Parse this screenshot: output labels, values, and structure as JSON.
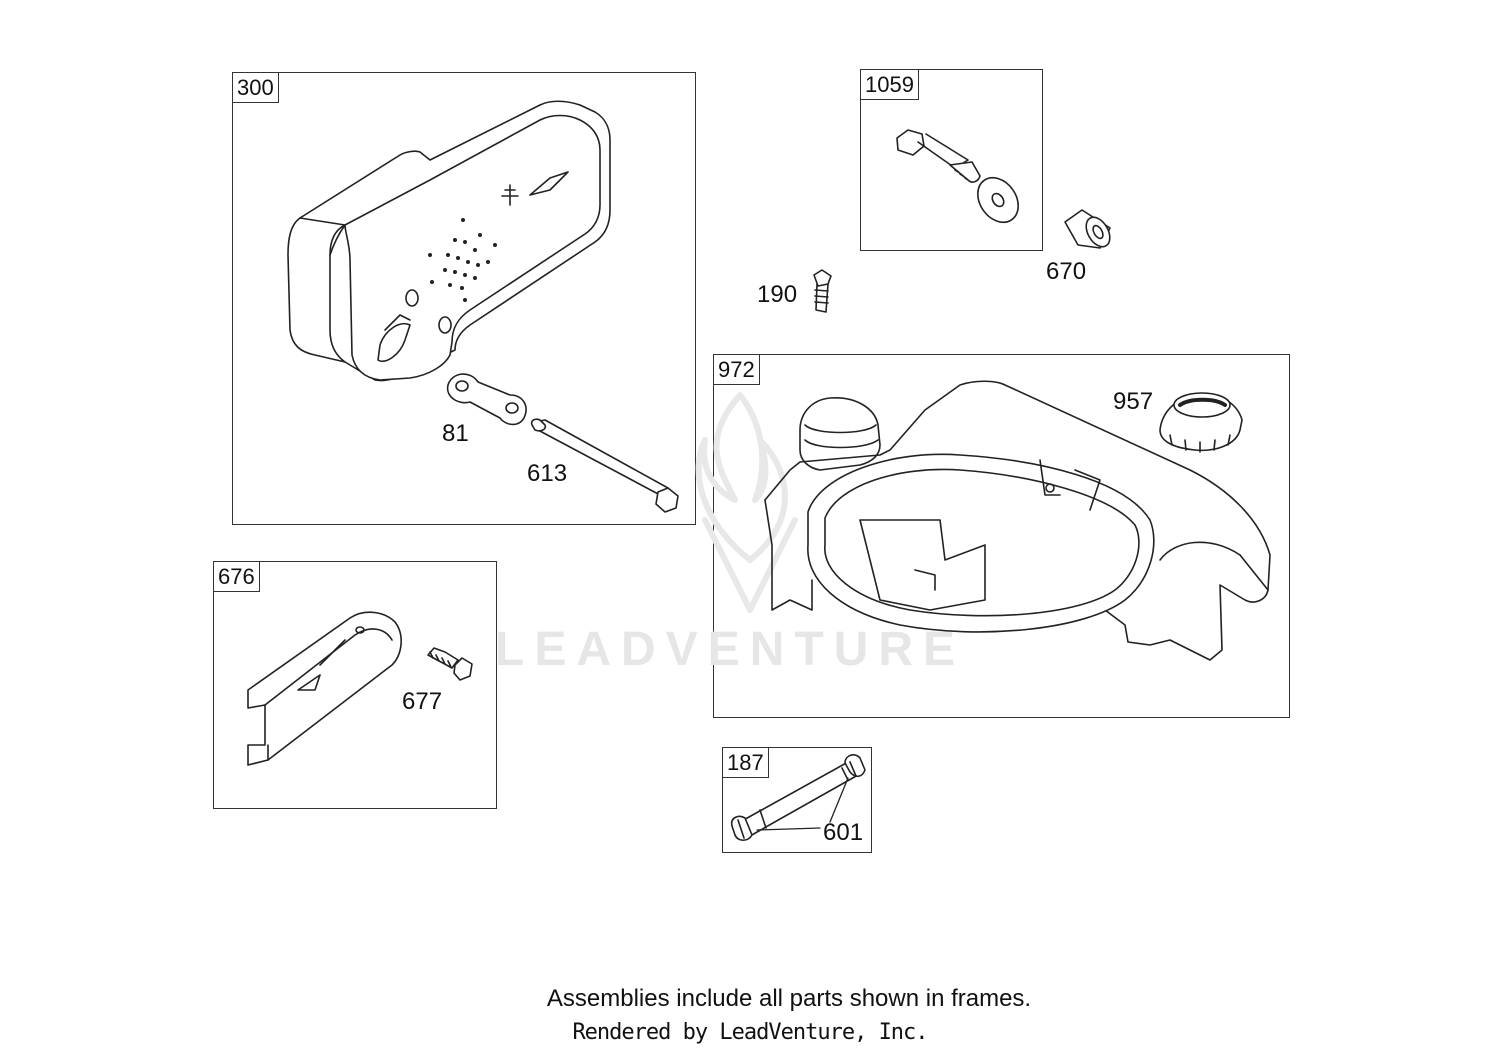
{
  "frames": {
    "f300": "300",
    "f1059": "1059",
    "f972": "972",
    "f676": "676",
    "f187": "187"
  },
  "callouts": {
    "c81": "81",
    "c613": "613",
    "c670": "670",
    "c190": "190",
    "c957": "957",
    "c677": "677",
    "c601": "601"
  },
  "watermark": "LEADVENTURE",
  "footer": {
    "note": "Assemblies include all parts shown in frames.",
    "credit": "Rendered by LeadVenture, Inc."
  }
}
